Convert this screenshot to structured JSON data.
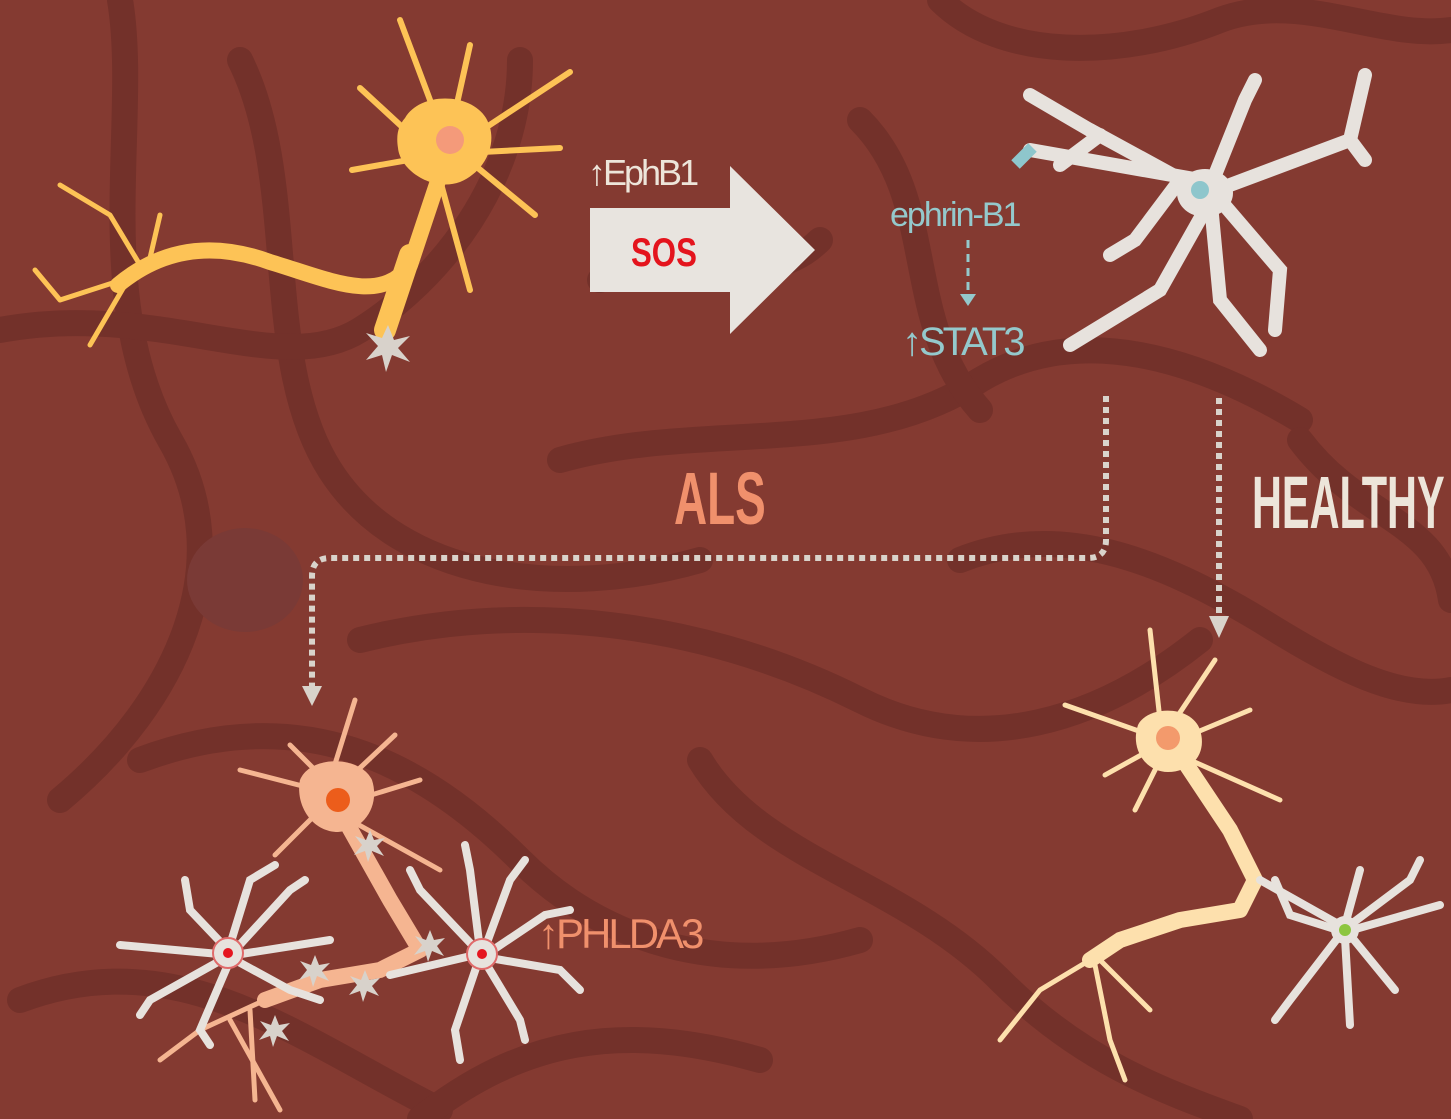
{
  "labels": {
    "ephb1": "↑EphB1",
    "sos": "SOS",
    "ephrin": "ephrin-B1",
    "stat3": "↑STAT3",
    "als": "ALS",
    "healthy": "HEALTHY",
    "phlda3": "↑PHLDA3"
  },
  "colors": {
    "background": "#843a31",
    "bg_swirl": "#73312a",
    "neuron_yellow": "#fdc356",
    "neuron_peach": "#f5b591",
    "neuron_cream": "#fde0ad",
    "astrocyte": "#e7e2dd",
    "arrow": "#e8e4df",
    "sos_text": "#e4141d",
    "cyan_label": "#94c9cc",
    "als_text": "#f0906c",
    "healthy_text": "#ede5da",
    "reactive_nucleus": "#e51620",
    "healthy_nucleus": "#8dc63f"
  }
}
